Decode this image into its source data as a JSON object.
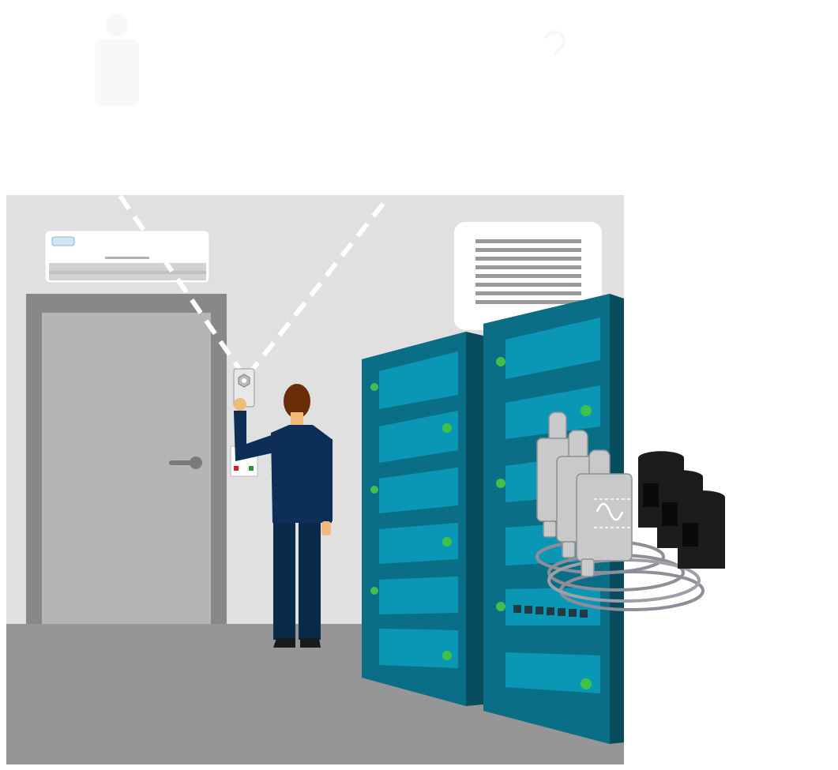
{
  "scene": {
    "description_elements": [
      "air-conditioner",
      "door",
      "ventilation-grille",
      "person",
      "badge-reader",
      "control-panel",
      "server-rack-left",
      "server-rack-right",
      "current-sensor-nodes",
      "current-transformer-clamps"
    ]
  },
  "colors": {
    "wall": "#e0e0e0",
    "floor": "#969696",
    "door_frame": "#888888",
    "door_panel": "#b5b5b5",
    "rack_teal": "#0a6f86",
    "rack_dark": "#074d5e",
    "rack_slot": "#0a97b5",
    "rack_led": "#3fc04a",
    "suit": "#0c2e57",
    "hair": "#6b2c0a",
    "skin": "#f0bb7a",
    "clamp": "#1c1c1c",
    "sensor": "#c7c9cb"
  },
  "icons": {
    "top_left_faded": "person-icon",
    "top_right_faded": "question-icon"
  }
}
